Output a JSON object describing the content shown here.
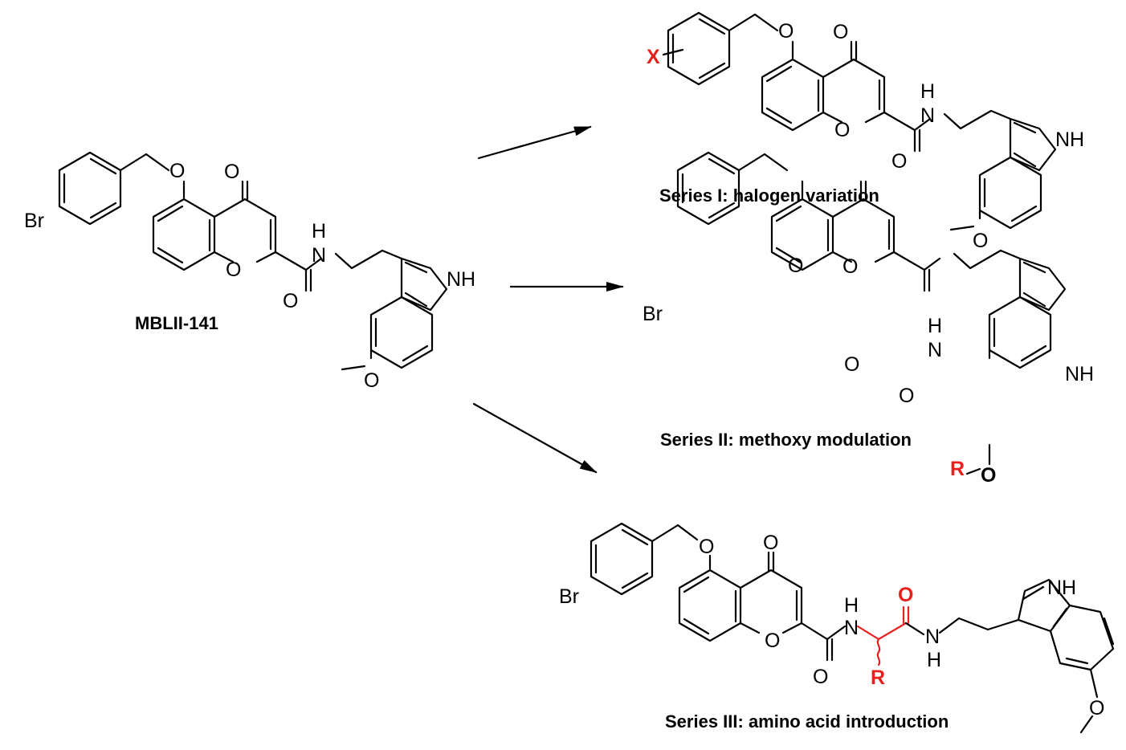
{
  "compounds": {
    "lead": {
      "name": "MBLII-141"
    },
    "series1": {
      "caption": "Series I: halogen variation",
      "variable": "X"
    },
    "series2": {
      "caption": "Series II: methoxy modulation",
      "variable": "R",
      "variable_atom": "O"
    },
    "series3": {
      "caption": "Series III: amino acid introduction",
      "variable": "R",
      "red_atom": "O"
    }
  },
  "atoms": {
    "O": "O",
    "Br": "Br",
    "H": "H",
    "N": "N",
    "NH": "NH"
  },
  "colors": {
    "highlight": "#e8201d",
    "bond": "#000000",
    "background": "#ffffff"
  }
}
